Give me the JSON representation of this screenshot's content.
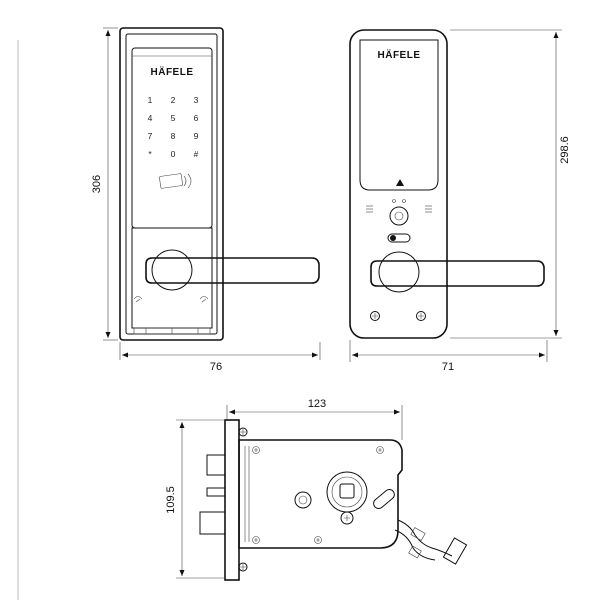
{
  "brand": "HÄFELE",
  "keypad": {
    "keys": [
      "1",
      "2",
      "3",
      "4",
      "5",
      "6",
      "7",
      "8",
      "9",
      "*",
      "0",
      "#"
    ]
  },
  "dimensions": {
    "front_height": "306",
    "front_width": "76",
    "back_height": "298.6",
    "back_width": "71",
    "mortise_length": "123",
    "mortise_height": "109.5"
  }
}
